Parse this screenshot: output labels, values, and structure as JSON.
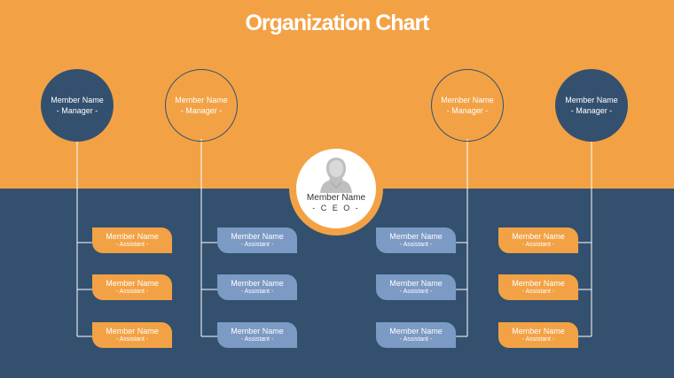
{
  "title": "Organization Chart",
  "colors": {
    "orange": "#F2A245",
    "navy": "#34506F",
    "light_blue": "#7B9AC4",
    "white": "#FFFFFF"
  },
  "ceo": {
    "name": "Member Name",
    "role": "- C E O -",
    "icon": "person-avatar-icon"
  },
  "managers": [
    {
      "name": "Member Name",
      "role": "- Manager -",
      "style": "solid"
    },
    {
      "name": "Member Name",
      "role": "- Manager -",
      "style": "outline"
    },
    {
      "name": "Member Name",
      "role": "- Manager -",
      "style": "outline"
    },
    {
      "name": "Member Name",
      "role": "- Manager -",
      "style": "solid"
    }
  ],
  "assistants": [
    [
      {
        "name": "Member Name",
        "role": "- Assistant -"
      },
      {
        "name": "Member Name",
        "role": "- Assistant -"
      },
      {
        "name": "Member Name",
        "role": "- Assistant -"
      }
    ],
    [
      {
        "name": "Member Name",
        "role": "- Assistant -"
      },
      {
        "name": "Member Name",
        "role": "- Assistant -"
      },
      {
        "name": "Member Name",
        "role": "- Assistant -"
      }
    ],
    [
      {
        "name": "Member Name",
        "role": "- Assistant -"
      },
      {
        "name": "Member Name",
        "role": "- Assistant -"
      },
      {
        "name": "Member Name",
        "role": "- Assistant -"
      }
    ],
    [
      {
        "name": "Member Name",
        "role": "- Assistant -"
      },
      {
        "name": "Member Name",
        "role": "- Assistant -"
      },
      {
        "name": "Member Name",
        "role": "- Assistant -"
      }
    ]
  ]
}
